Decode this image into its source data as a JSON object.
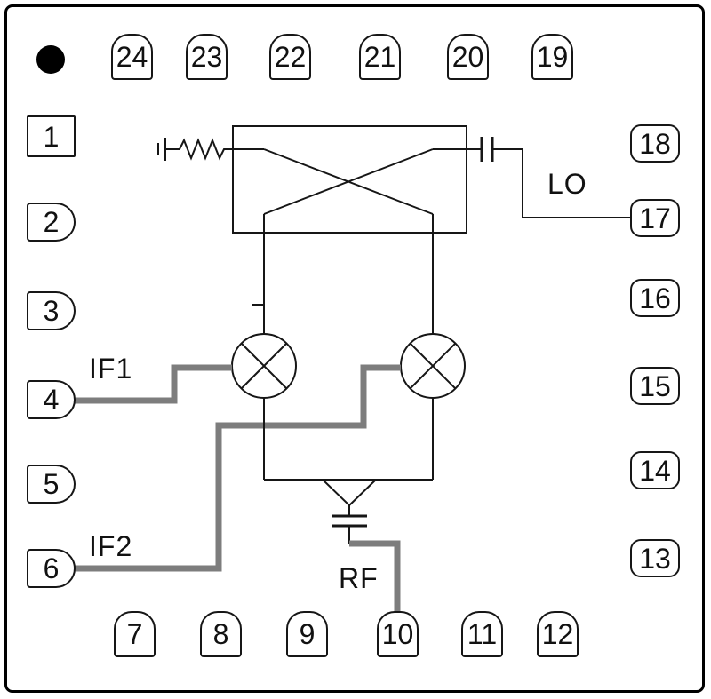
{
  "chip": {
    "pins": {
      "top": [
        "24",
        "23",
        "22",
        "21",
        "20",
        "19"
      ],
      "left": [
        "1",
        "2",
        "3",
        "4",
        "5",
        "6"
      ],
      "right": [
        "18",
        "17",
        "16",
        "15",
        "14",
        "13"
      ],
      "bottom": [
        "7",
        "8",
        "9",
        "10",
        "11",
        "12"
      ]
    },
    "labels": {
      "if1": "IF1",
      "if2": "IF2",
      "lo": "LO",
      "rf": "RF"
    },
    "colors": {
      "ink": "#161616",
      "trace": "#7d7d7d",
      "background": "#ffffff"
    }
  }
}
